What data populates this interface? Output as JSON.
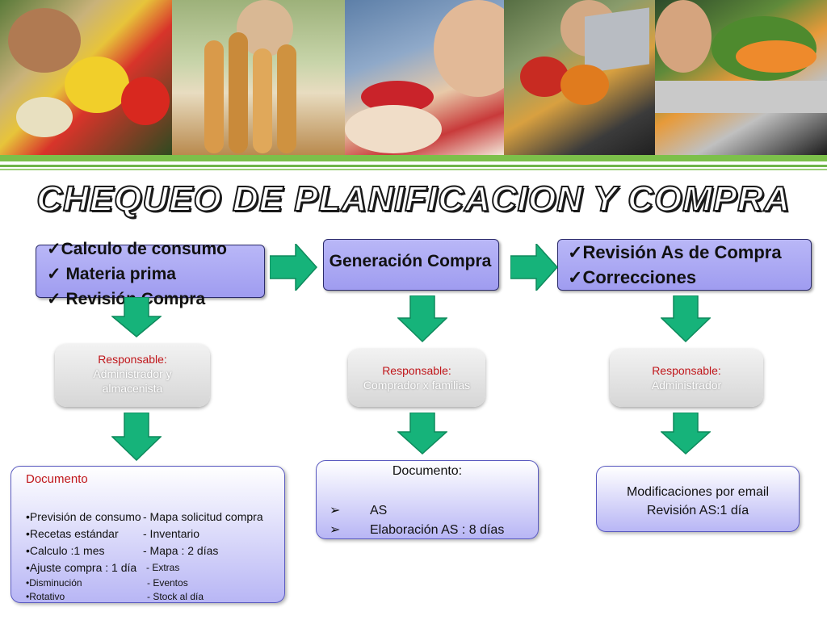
{
  "title": "CHEQUEO DE PLANIFICACION Y COMPRA",
  "colors": {
    "box": "#a9a6f2",
    "arrow": "#16b37a",
    "rule": "#7cc04a",
    "responsable_label": "#c0161a"
  },
  "steps": [
    {
      "lines": [
        "Calculo de consumo",
        "Materia prima",
        "Revisión Compra"
      ]
    },
    {
      "lines": [
        "Generación Compra"
      ]
    },
    {
      "lines": [
        "Revisión As de Compra",
        "Correcciones"
      ]
    }
  ],
  "responsables": [
    {
      "label": "Responsable:",
      "value": "Administrador y almacenista"
    },
    {
      "label": "Responsable:",
      "value": "Comprador x familias"
    },
    {
      "label": "Responsable:",
      "value": "Administrador"
    }
  ],
  "docs": {
    "left": {
      "heading": "Documento",
      "rows": [
        {
          "a": "•Previsión de consumo",
          "b": "- Mapa solicitud compra"
        },
        {
          "a": "•Recetas estándar",
          "b": "- Inventario"
        },
        {
          "a": "•Calculo :1 mes",
          "b": "- Mapa : 2 días"
        },
        {
          "a": "•Ajuste compra : 1 día",
          "b": "- Extras"
        },
        {
          "a": "•Disminución",
          "b": "- Eventos"
        },
        {
          "a": "•Rotativo",
          "b": "- Stock al día"
        }
      ]
    },
    "middle": {
      "heading": "Documento:",
      "items": [
        "AS",
        "Elaboración AS : 8 días"
      ]
    },
    "right": {
      "lines": [
        "Modificaciones por email",
        "Revisión AS:1 día"
      ]
    }
  }
}
